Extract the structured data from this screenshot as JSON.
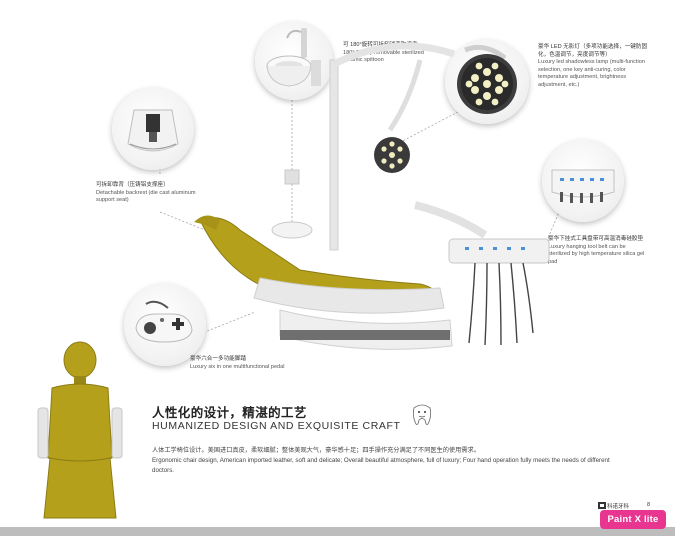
{
  "callouts": {
    "spittoon": {
      "zh": "可 180°旋转可拆卸消毒陶瓷盂",
      "en": "180° Rotary removable sterilized ceramic spittoon"
    },
    "lamp": {
      "zh": "豪华 LED 无影灯（多项功能选择，一键防固化，色温调节，亮度调节等）",
      "en": "Luxury led shadowless lamp (multi-function selection, one key anti-curing, color temperature adjustment, brightness adjustment, etc.)"
    },
    "backrest": {
      "zh": "可拆卸靠背（压铸铝支撑座）",
      "en": "Detachable backrest (die cast aluminum support seat)"
    },
    "tool_belt": {
      "zh": "豪华下挂式工具盘带可高温消毒硅胶垫",
      "en": "Luxury hanging tool belt can be sterilized by high temperature silica gel pad"
    },
    "pedal": {
      "zh": "豪华六合一多功能脚踏",
      "en": "Luxury six in one multifunctional pedal"
    }
  },
  "headline": {
    "zh": "人性化的设计，精湛的工艺",
    "en": "HUMANIZED DESIGN AND EXQUISITE CRAFT"
  },
  "description": {
    "zh": "人体工学椅位设计。美国进口真皮，柔软细腻；整体美观大气，豪华感十足；四手操作充分满足了不同医生的使用需求。",
    "en": "Ergonomic chair design, American imported leather, soft and delicate; Overall beautiful atmosphere, full of luxury; Four hand operation fully meets the needs of different doctors."
  },
  "footer": {
    "brand": "科诺牙科",
    "page": "8"
  },
  "watermark": "Paint X lite",
  "colors": {
    "upholstery": "#b5a01c",
    "frame": "#e9e9e9",
    "watermark_bg": "#e8358f"
  }
}
